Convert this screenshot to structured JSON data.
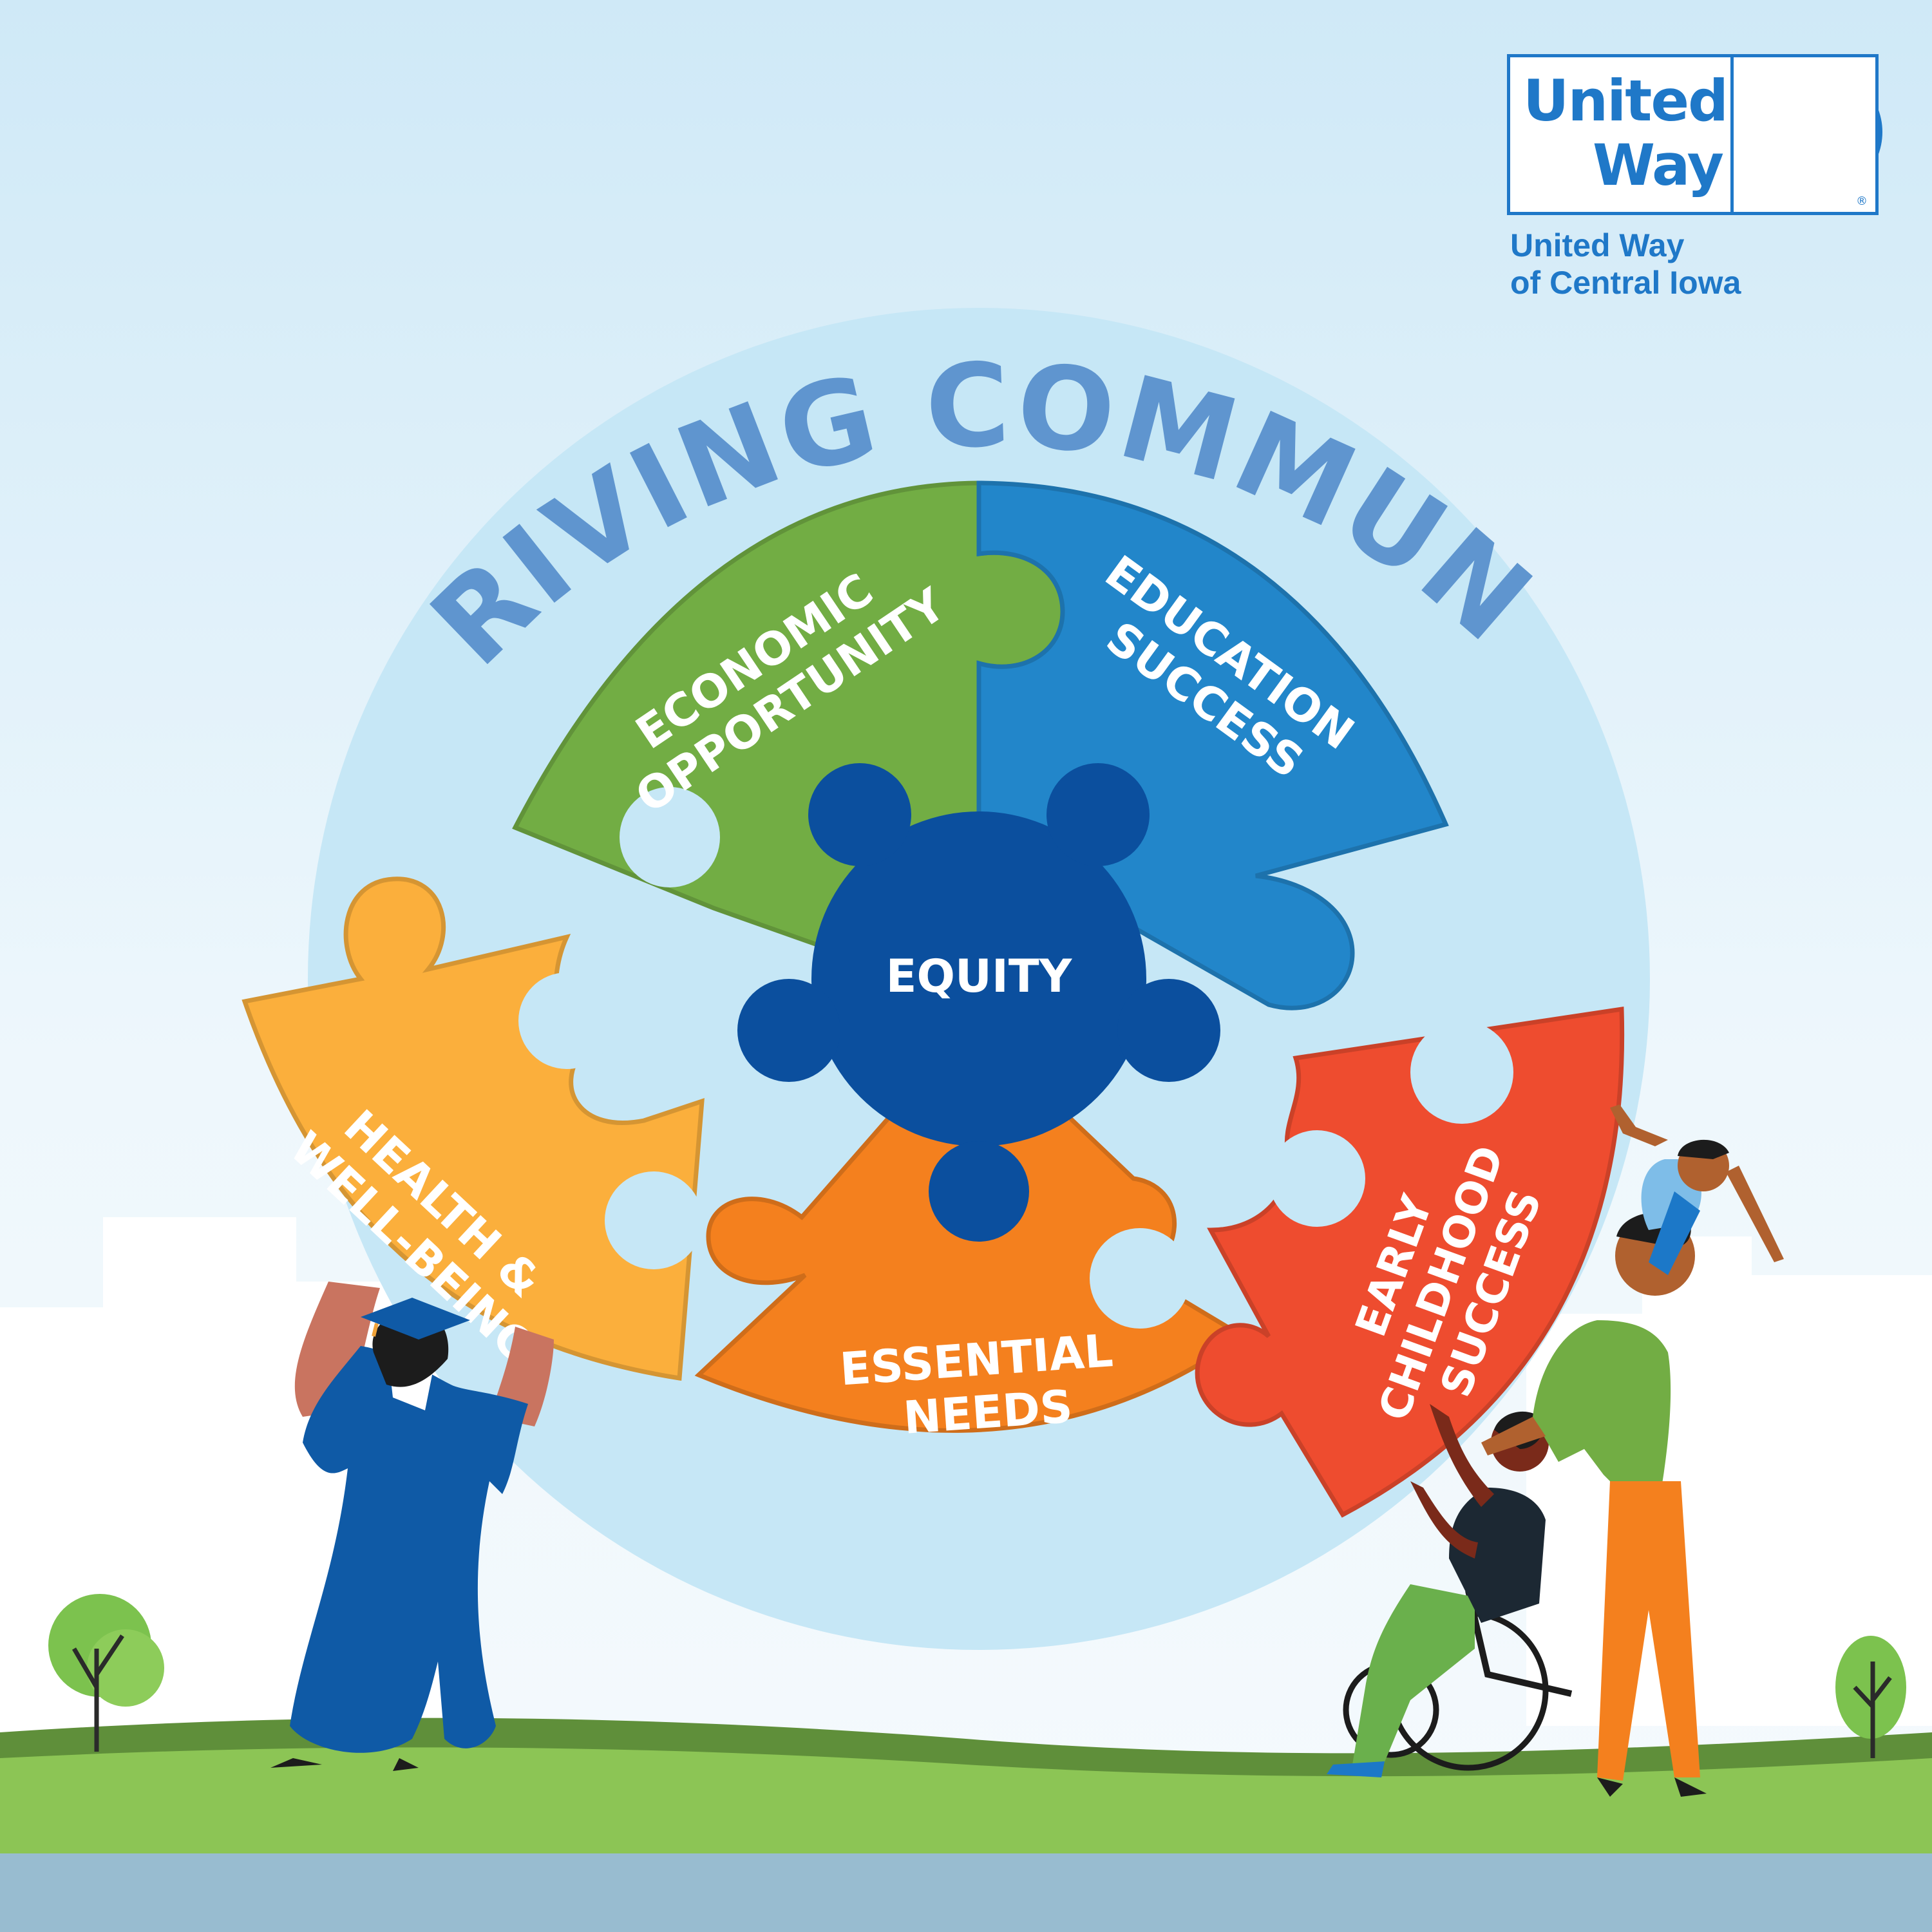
{
  "title": "THRIVING COMMUNITY",
  "center_label": "EQUITY",
  "pieces": {
    "economic": {
      "line1": "ECONOMIC",
      "line2": "OPPORTUNITY",
      "color": "#72ad44"
    },
    "education": {
      "line1": "EDUCATION",
      "line2": "SUCCESS",
      "color": "#2286ca"
    },
    "health": {
      "line1": "HEALTH &",
      "line2": "WELL-BEING",
      "color": "#fbaf3c"
    },
    "essential": {
      "line1": "ESSENTIAL",
      "line2": "NEEDS",
      "color": "#f4801e"
    },
    "early": {
      "line1": "EARLY",
      "line2": "CHILDHOOD",
      "line3": "SUCCESS",
      "color": "#ee4c2f"
    },
    "equity_color": "#0b4f9e"
  },
  "logo": {
    "word1": "United",
    "word2": "Way",
    "registered": "®",
    "org_line1": "United Way",
    "org_line2": "of Central Iowa",
    "color": "#1f78c8"
  },
  "icons": [
    "united-way-hand-icon"
  ]
}
